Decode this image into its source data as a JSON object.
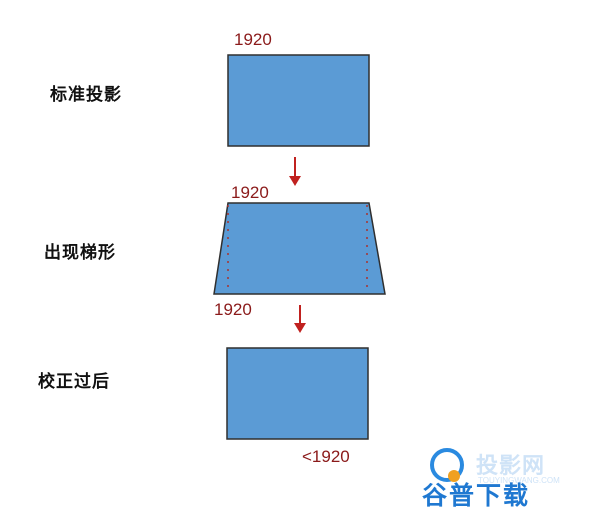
{
  "stages": [
    {
      "label": "标准投影",
      "top_resolution": "1920"
    },
    {
      "label": "出现梯形",
      "top_resolution": "1920",
      "bottom_resolution": "1920"
    },
    {
      "label": "校正过后",
      "bottom_resolution": "<1920"
    }
  ],
  "colors": {
    "shape_fill": "#5b9bd5",
    "shape_stroke": "#2f2f2f",
    "arrow": "#c0211f",
    "resolution_text": "#8b1a1a"
  },
  "watermark": {
    "brand": "投影网",
    "url": "TOUYINGWANG.COM",
    "text": "谷普下载"
  }
}
